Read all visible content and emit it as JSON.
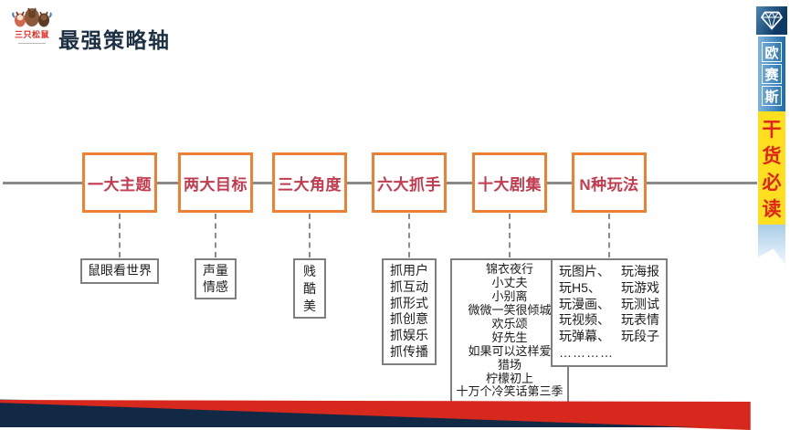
{
  "header": {
    "logo_text": "三只松鼠",
    "title": "最强策略轴"
  },
  "side_banner": {
    "diamond_icon": "diamond-icon",
    "brand": "欧赛斯",
    "tagline": "干货必读"
  },
  "timeline": {
    "columns": [
      {
        "stage": "一大主题",
        "items": [
          "鼠眼看世界"
        ]
      },
      {
        "stage": "两大目标",
        "items": [
          "声量",
          "情感"
        ]
      },
      {
        "stage": "三大角度",
        "items": [
          "贱",
          "酷",
          "美"
        ]
      },
      {
        "stage": "六大抓手",
        "items": [
          "抓用户",
          "抓互动",
          "抓形式",
          "抓创意",
          "抓娱乐",
          "抓传播"
        ]
      },
      {
        "stage": "十大剧集",
        "items": [
          "锦衣夜行",
          "小丈夫",
          "小别离",
          "微微一笑很倾城",
          "欢乐颂",
          "好先生",
          "如果可以这样爱",
          "猎场",
          "柠檬初上",
          "十万个冷笑话第三季"
        ]
      },
      {
        "stage": "N种玩法",
        "pairs": [
          [
            "玩图片、",
            "玩海报"
          ],
          [
            "玩H5、",
            "玩游戏"
          ],
          [
            "玩漫画、",
            "玩测试"
          ],
          [
            "玩视频、",
            "玩表情"
          ],
          [
            "玩弹幕、",
            "玩段子"
          ]
        ],
        "more": "…………"
      }
    ]
  },
  "colors": {
    "accent-orange": "#EC8033",
    "stage-red": "#C23B4E",
    "title-navy": "#1D3044",
    "line-gray": "#8A8A8A",
    "box-border-gray": "#7F7F7F",
    "footer-red": "#D7281D",
    "footer-navy": "#122946",
    "banner-blue-dark": "#1E6CA9",
    "banner-blue-light": "#7FB5DC",
    "banner-yellow": "#FFDF1F",
    "banner-text-red": "#E02218",
    "diamond-blue-dark": "#0E3A66",
    "diamond-blue-light": "#4D87B4",
    "logo-red": "#E1251B"
  }
}
